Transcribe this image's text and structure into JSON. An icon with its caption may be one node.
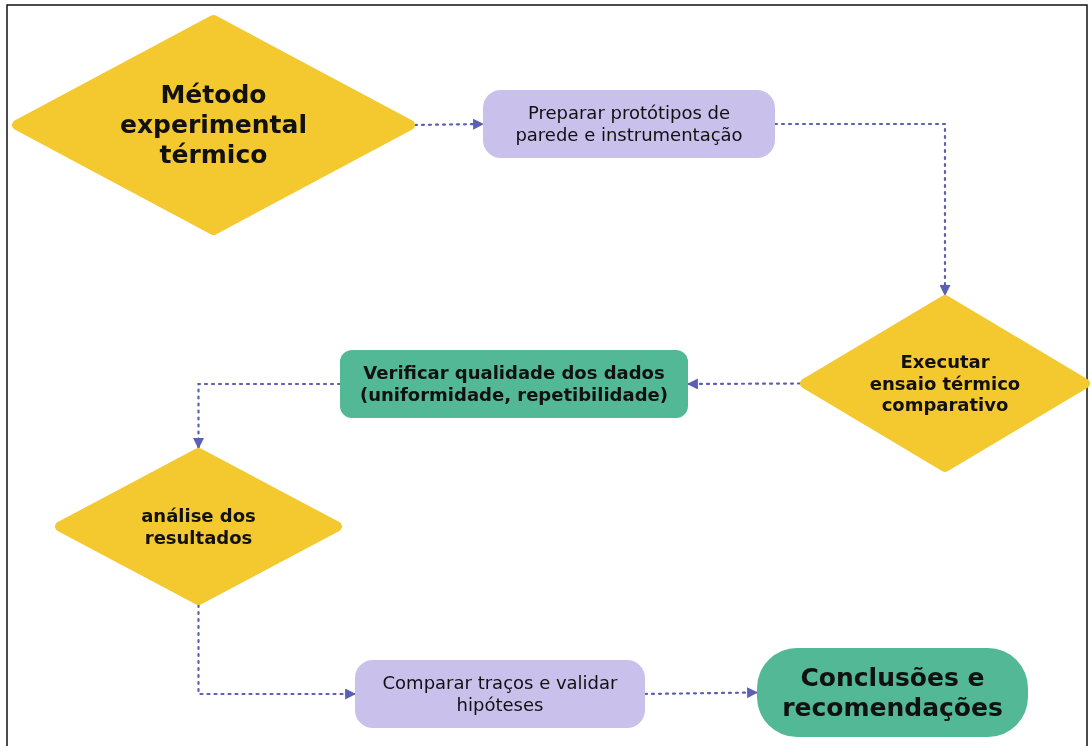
{
  "diagram": {
    "nodes": [
      {
        "text": [
          "Método experimental térmico"
        ]
      },
      {
        "text": [
          "Preparar protótipos de parede e instrumentação"
        ]
      },
      {
        "text": [
          "Executar ensaio térmico comparativo"
        ]
      },
      {
        "text": [
          "Verificar qualidade dos dados (uniformidade, repetibilidade)"
        ]
      },
      {
        "text": [
          "análise dos resultados"
        ]
      },
      {
        "text": [
          "Comparar traços e validar hipóteses"
        ]
      },
      {
        "text": [
          "Conclusões e recomendações"
        ]
      }
    ],
    "edges": [
      {
        "from": 0,
        "to": 1,
        "arrow": "to",
        "style": "dashed"
      },
      {
        "from": 1,
        "to": 2,
        "arrow": "to",
        "style": "dashed"
      },
      {
        "from": 2,
        "to": 3,
        "arrow": "to",
        "style": "dashed"
      },
      {
        "from": 3,
        "to": 4,
        "arrow": "to",
        "style": "dashed"
      },
      {
        "from": 4,
        "to": 5,
        "arrow": "to",
        "style": "dashed"
      },
      {
        "from": 5,
        "to": 6,
        "arrow": "to",
        "style": "dashed"
      }
    ]
  }
}
